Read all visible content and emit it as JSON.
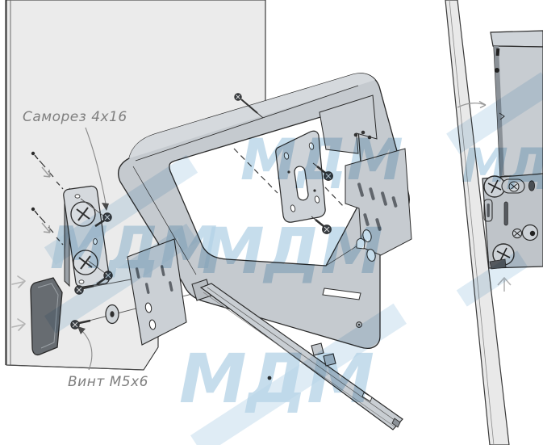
{
  "diagram": {
    "type": "assembly-instruction",
    "labels": {
      "screw_top": "Саморез 4x16",
      "screw_bottom": "Винт М5х6"
    },
    "watermark": {
      "text": "МДМ"
    },
    "colors": {
      "panel": "#ebebeb",
      "metal_light": "#d5d9dd",
      "metal_mid": "#c5cacf",
      "metal_dark": "#9ba1a7",
      "outline": "#2a2a2a",
      "label_text": "#7f7f7f",
      "cap": "#676c71",
      "screw_head": "#3a3f44",
      "watermark_letter": "#a5cae2",
      "watermark_band": "#d9e9f4"
    }
  }
}
